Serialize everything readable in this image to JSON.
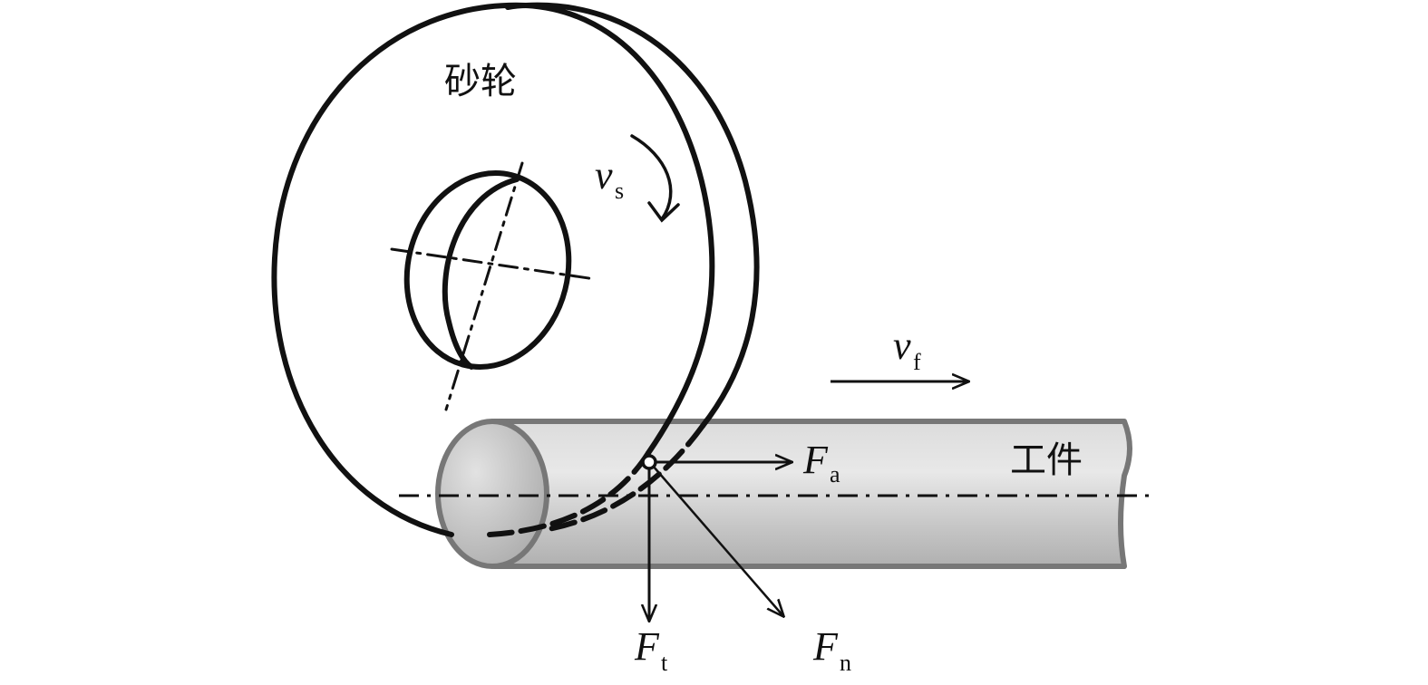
{
  "labels": {
    "wheel": "砂轮",
    "workpiece": "工件"
  },
  "velocities": {
    "wheel_speed": {
      "symbol": "v",
      "subscript": "s"
    },
    "feed_speed": {
      "symbol": "v",
      "subscript": "f"
    }
  },
  "forces": {
    "axial": {
      "symbol": "F",
      "subscript": "a"
    },
    "tangential": {
      "symbol": "F",
      "subscript": "t"
    },
    "normal": {
      "symbol": "F",
      "subscript": "n"
    }
  },
  "colors": {
    "line": "#111111",
    "workpiece_fill_light": "#e6e6e6",
    "workpiece_fill_dark": "#b3b3b3",
    "workpiece_stroke": "#7a7a7a"
  }
}
